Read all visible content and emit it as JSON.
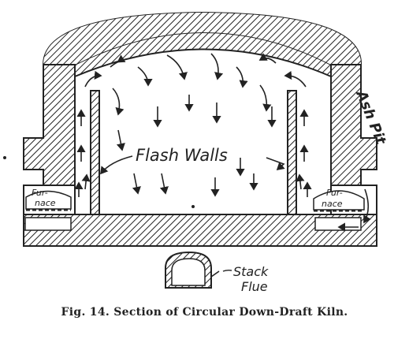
{
  "labels": {
    "flash_walls": "Flash Walls",
    "ash_pit": "Ash Pit",
    "furnace_left_line1": "Fur-",
    "furnace_left_line2": "nace",
    "furnace_right_line1": "Fur-",
    "furnace_right_line2": "nace",
    "stack_line1": "Stack",
    "stack_line2": "Flue"
  },
  "caption": "Fig. 14.  Section of Circular Down-Draft Kiln.",
  "colors": {
    "ink": "#222222",
    "paper": "#ffffff"
  }
}
